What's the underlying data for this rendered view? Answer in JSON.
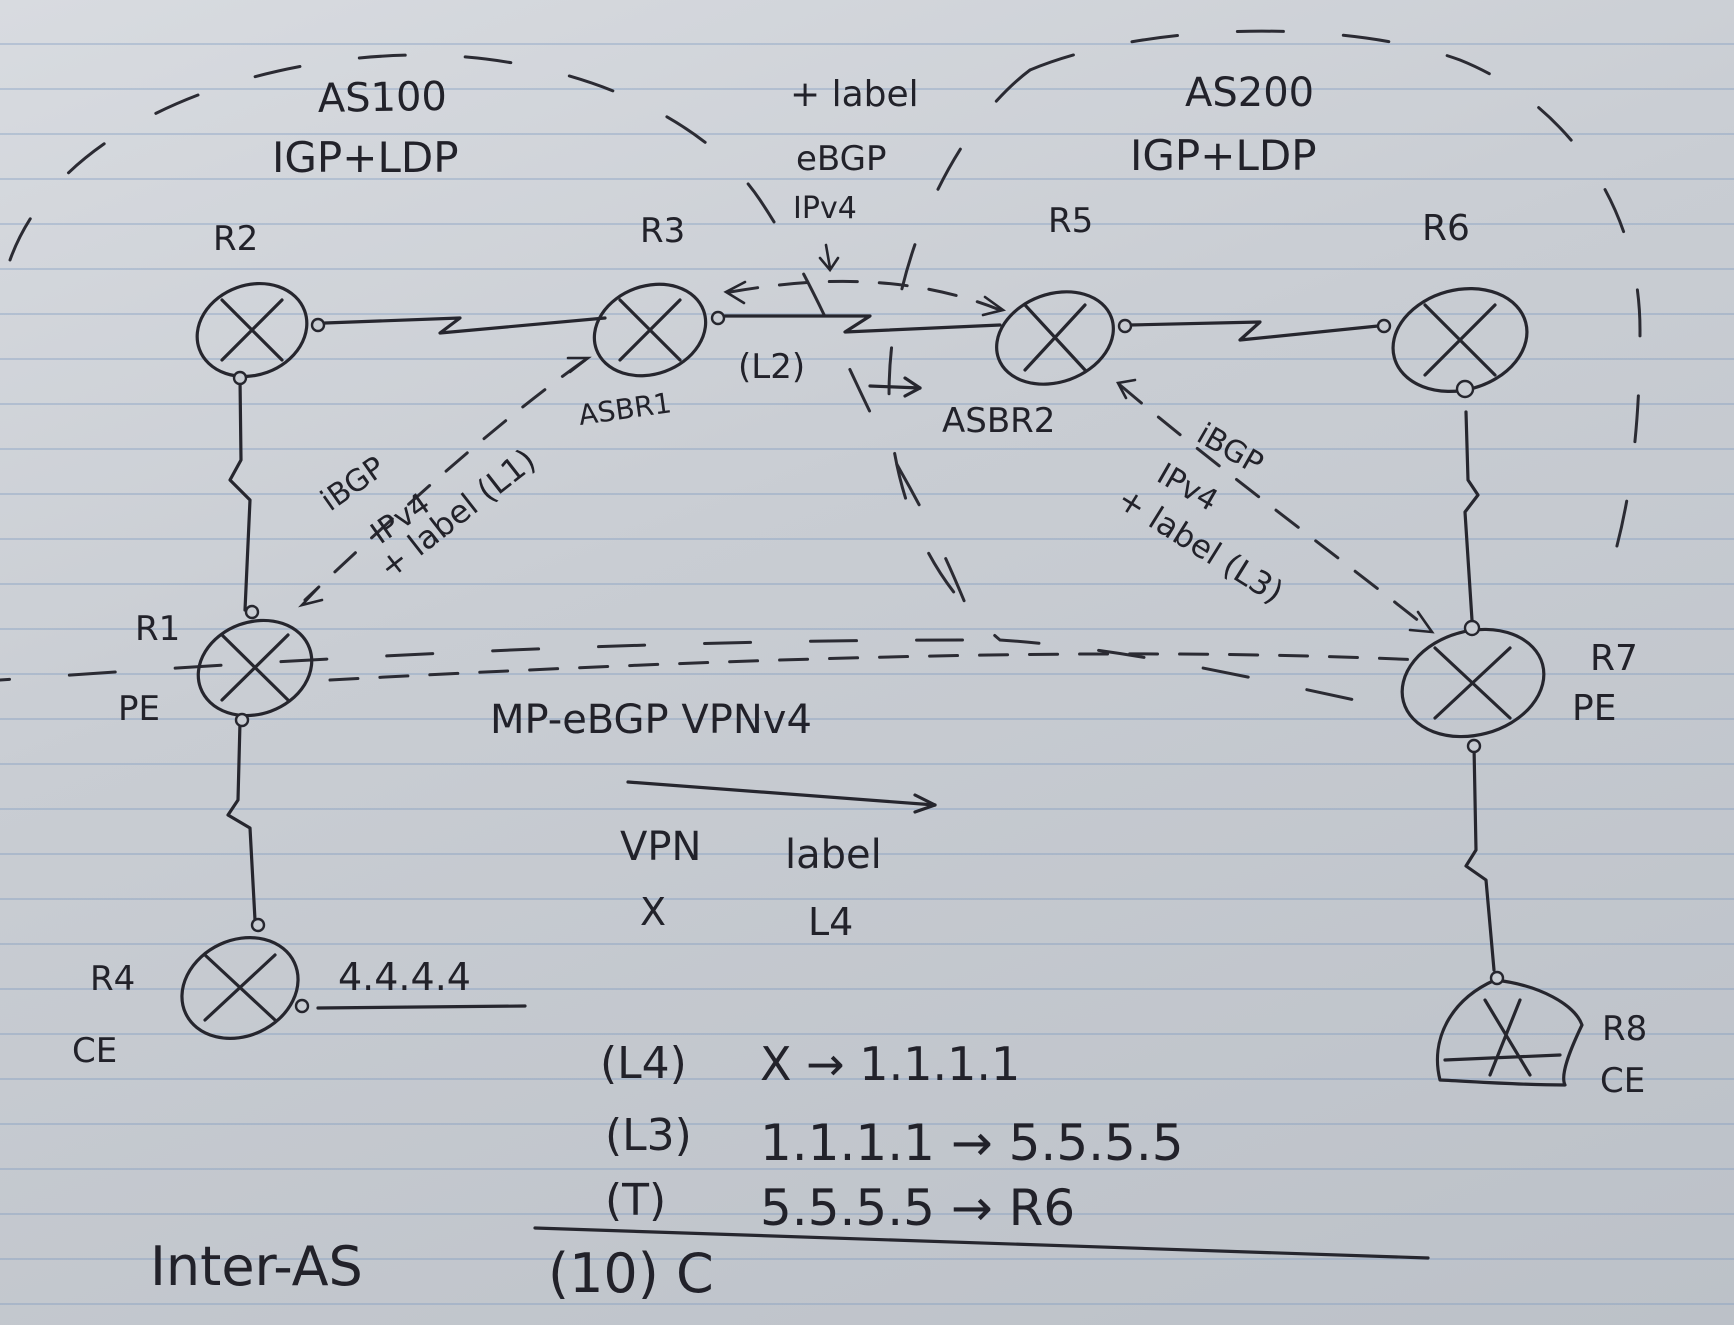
{
  "as_left": {
    "name": "AS100",
    "protocols": "IGP+LDP"
  },
  "as_right": {
    "name": "AS200",
    "protocols": "IGP+LDP"
  },
  "routers": {
    "r2": {
      "name": "R2"
    },
    "r3": {
      "name": "R3",
      "role": "ASBR1"
    },
    "r5": {
      "name": "R5",
      "role": "ASBR2"
    },
    "r6": {
      "name": "R6"
    },
    "r1": {
      "name": "R1",
      "role": "PE"
    },
    "r7": {
      "name": "R7",
      "role": "PE"
    },
    "r4": {
      "name": "R4",
      "role": "CE",
      "prefix": "4.4.4.4"
    },
    "r8": {
      "name": "R8",
      "role": "CE"
    }
  },
  "ebgp_session": {
    "line1": "+ label",
    "line2": "eBGP",
    "line3": "IPv4",
    "link_label": "(L2)"
  },
  "ibgp_left": {
    "line1": "iBGP",
    "line2": "IPv4",
    "line3": "+ label (L1)"
  },
  "ibgp_right": {
    "line1": "iBGP",
    "line2": "IPv4",
    "line3": "+ label (L3)"
  },
  "mp_ebgp": {
    "label": "MP-eBGP VPNv4"
  },
  "vpn_table": {
    "col1": "VPN",
    "col2": "label",
    "row_vpn": "X",
    "row_label": "L4"
  },
  "label_stack": [
    {
      "label": "(L4)",
      "text": "X → 1.1.1.1"
    },
    {
      "label": "(L3)",
      "text": "1.1.1.1 → 5.5.5.5"
    },
    {
      "label": "(T)",
      "text": "5.5.5.5 → R6"
    }
  ],
  "footer": {
    "title": "Inter-AS",
    "option": "(10) C"
  }
}
